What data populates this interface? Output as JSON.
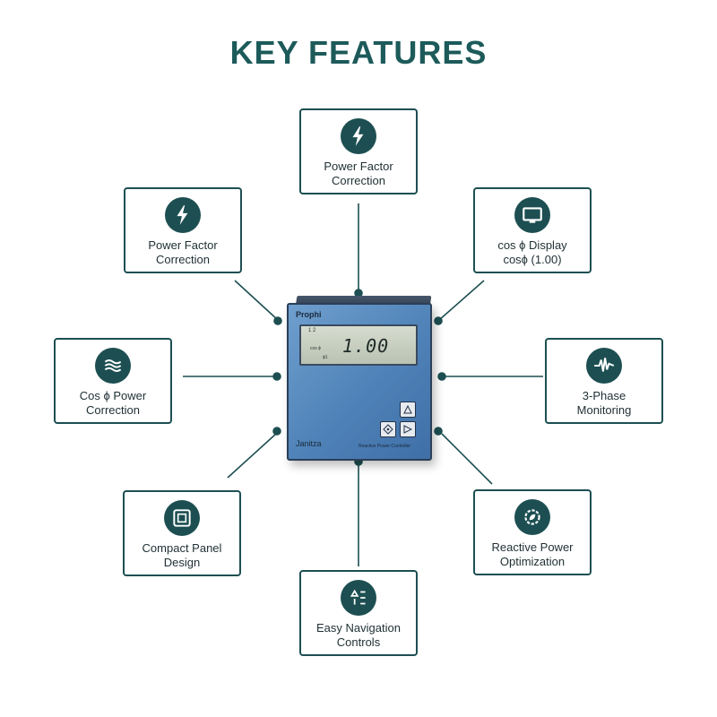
{
  "title": "KEY FEATURES",
  "device": {
    "brand": "Prophi",
    "lcd_top": "1 2",
    "lcd_cos": "cos ϕ",
    "lcd_phi": "ϕ1",
    "reading": "1.00",
    "maker": "Janitza",
    "model": "Reactive Power Controller"
  },
  "features": [
    {
      "id": "top",
      "icon": "lightning-icon",
      "label": "Power Factor\nCorrection"
    },
    {
      "id": "upper-left",
      "icon": "lightning-icon",
      "label": "Power Factor\nCorrection"
    },
    {
      "id": "upper-right",
      "icon": "monitor-icon",
      "label": "cos ϕ Display\ncosϕ (1.00)"
    },
    {
      "id": "mid-left",
      "icon": "waves-icon",
      "label": "Cos ϕ Power\nCorrection"
    },
    {
      "id": "mid-right",
      "icon": "waveform-icon",
      "label": "3-Phase\nMonitoring"
    },
    {
      "id": "lower-left",
      "icon": "panel-icon",
      "label": "Compact Panel\nDesign"
    },
    {
      "id": "lower-right",
      "icon": "gear-leaf-icon",
      "label": "Reactive Power\nOptimization"
    },
    {
      "id": "bottom",
      "icon": "navigation-icon",
      "label": "Easy Navigation\nControls"
    }
  ],
  "colors": {
    "accent": "#1d4f52",
    "title": "#1d5a5a",
    "device": "#5a8cc0"
  }
}
